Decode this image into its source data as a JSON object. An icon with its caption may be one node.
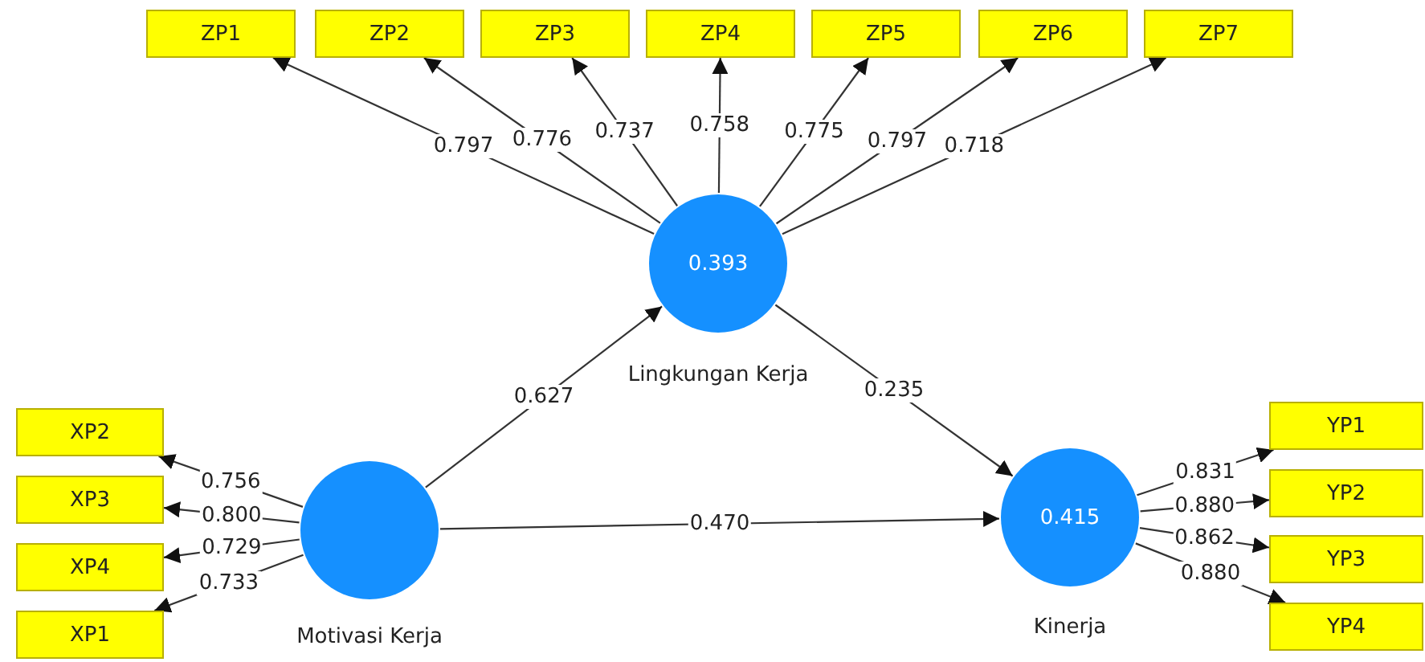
{
  "diagram": {
    "nodes": [
      {
        "text": [
          "ZP1"
        ]
      },
      {
        "text": [
          "ZP2"
        ]
      },
      {
        "text": [
          "ZP3"
        ]
      },
      {
        "text": [
          "ZP4"
        ]
      },
      {
        "text": [
          "ZP5"
        ]
      },
      {
        "text": [
          "ZP6"
        ]
      },
      {
        "text": [
          "ZP7"
        ]
      },
      {
        "text": [
          "0.393"
        ],
        "beside": [
          "Lingkungan Kerja"
        ]
      },
      {
        "text": [
          "XP2"
        ]
      },
      {
        "text": [
          "XP3"
        ]
      },
      {
        "text": [
          "XP4"
        ]
      },
      {
        "text": [
          "XP1"
        ]
      },
      {
        "text": [],
        "shape": "circle",
        "beside": [
          "Motivasi Kerja"
        ]
      },
      {
        "text": [
          "0.415"
        ],
        "beside": [
          "Kinerja"
        ]
      },
      {
        "text": [
          "YP1"
        ]
      },
      {
        "text": [
          "YP2"
        ]
      },
      {
        "text": [
          "YP3"
        ]
      },
      {
        "text": [
          "YP4"
        ]
      }
    ],
    "edges": [
      {
        "from": 7,
        "to": 0,
        "arrow": "to",
        "label": "0.797"
      },
      {
        "from": 7,
        "to": 1,
        "arrow": "to",
        "label": "0.776"
      },
      {
        "from": 7,
        "to": 2,
        "arrow": "to",
        "label": "0.737"
      },
      {
        "from": 7,
        "to": 3,
        "arrow": "to",
        "label": "0.758"
      },
      {
        "from": 7,
        "to": 4,
        "arrow": "to",
        "label": "0.775"
      },
      {
        "from": 7,
        "to": 5,
        "arrow": "to",
        "label": "0.797"
      },
      {
        "from": 7,
        "to": 6,
        "arrow": "to",
        "label": "0.718"
      },
      {
        "from": 12,
        "to": 8,
        "arrow": "to",
        "label": "0.756"
      },
      {
        "from": 12,
        "to": 9,
        "arrow": "to",
        "label": "0.800"
      },
      {
        "from": 12,
        "to": 10,
        "arrow": "to",
        "label": "0.729"
      },
      {
        "from": 12,
        "to": 11,
        "arrow": "to",
        "label": "0.733"
      },
      {
        "from": 12,
        "to": 7,
        "arrow": "to",
        "label": "0.627"
      },
      {
        "from": 7,
        "to": 13,
        "arrow": "to",
        "label": "0.235"
      },
      {
        "from": 12,
        "to": 13,
        "arrow": "to",
        "label": "0.470"
      },
      {
        "from": 13,
        "to": 14,
        "arrow": "to",
        "label": "0.831"
      },
      {
        "from": 13,
        "to": 15,
        "arrow": "to",
        "label": "0.880"
      },
      {
        "from": 13,
        "to": 16,
        "arrow": "to",
        "label": "0.862"
      },
      {
        "from": 13,
        "to": 17,
        "arrow": "to",
        "label": "0.880"
      }
    ]
  }
}
